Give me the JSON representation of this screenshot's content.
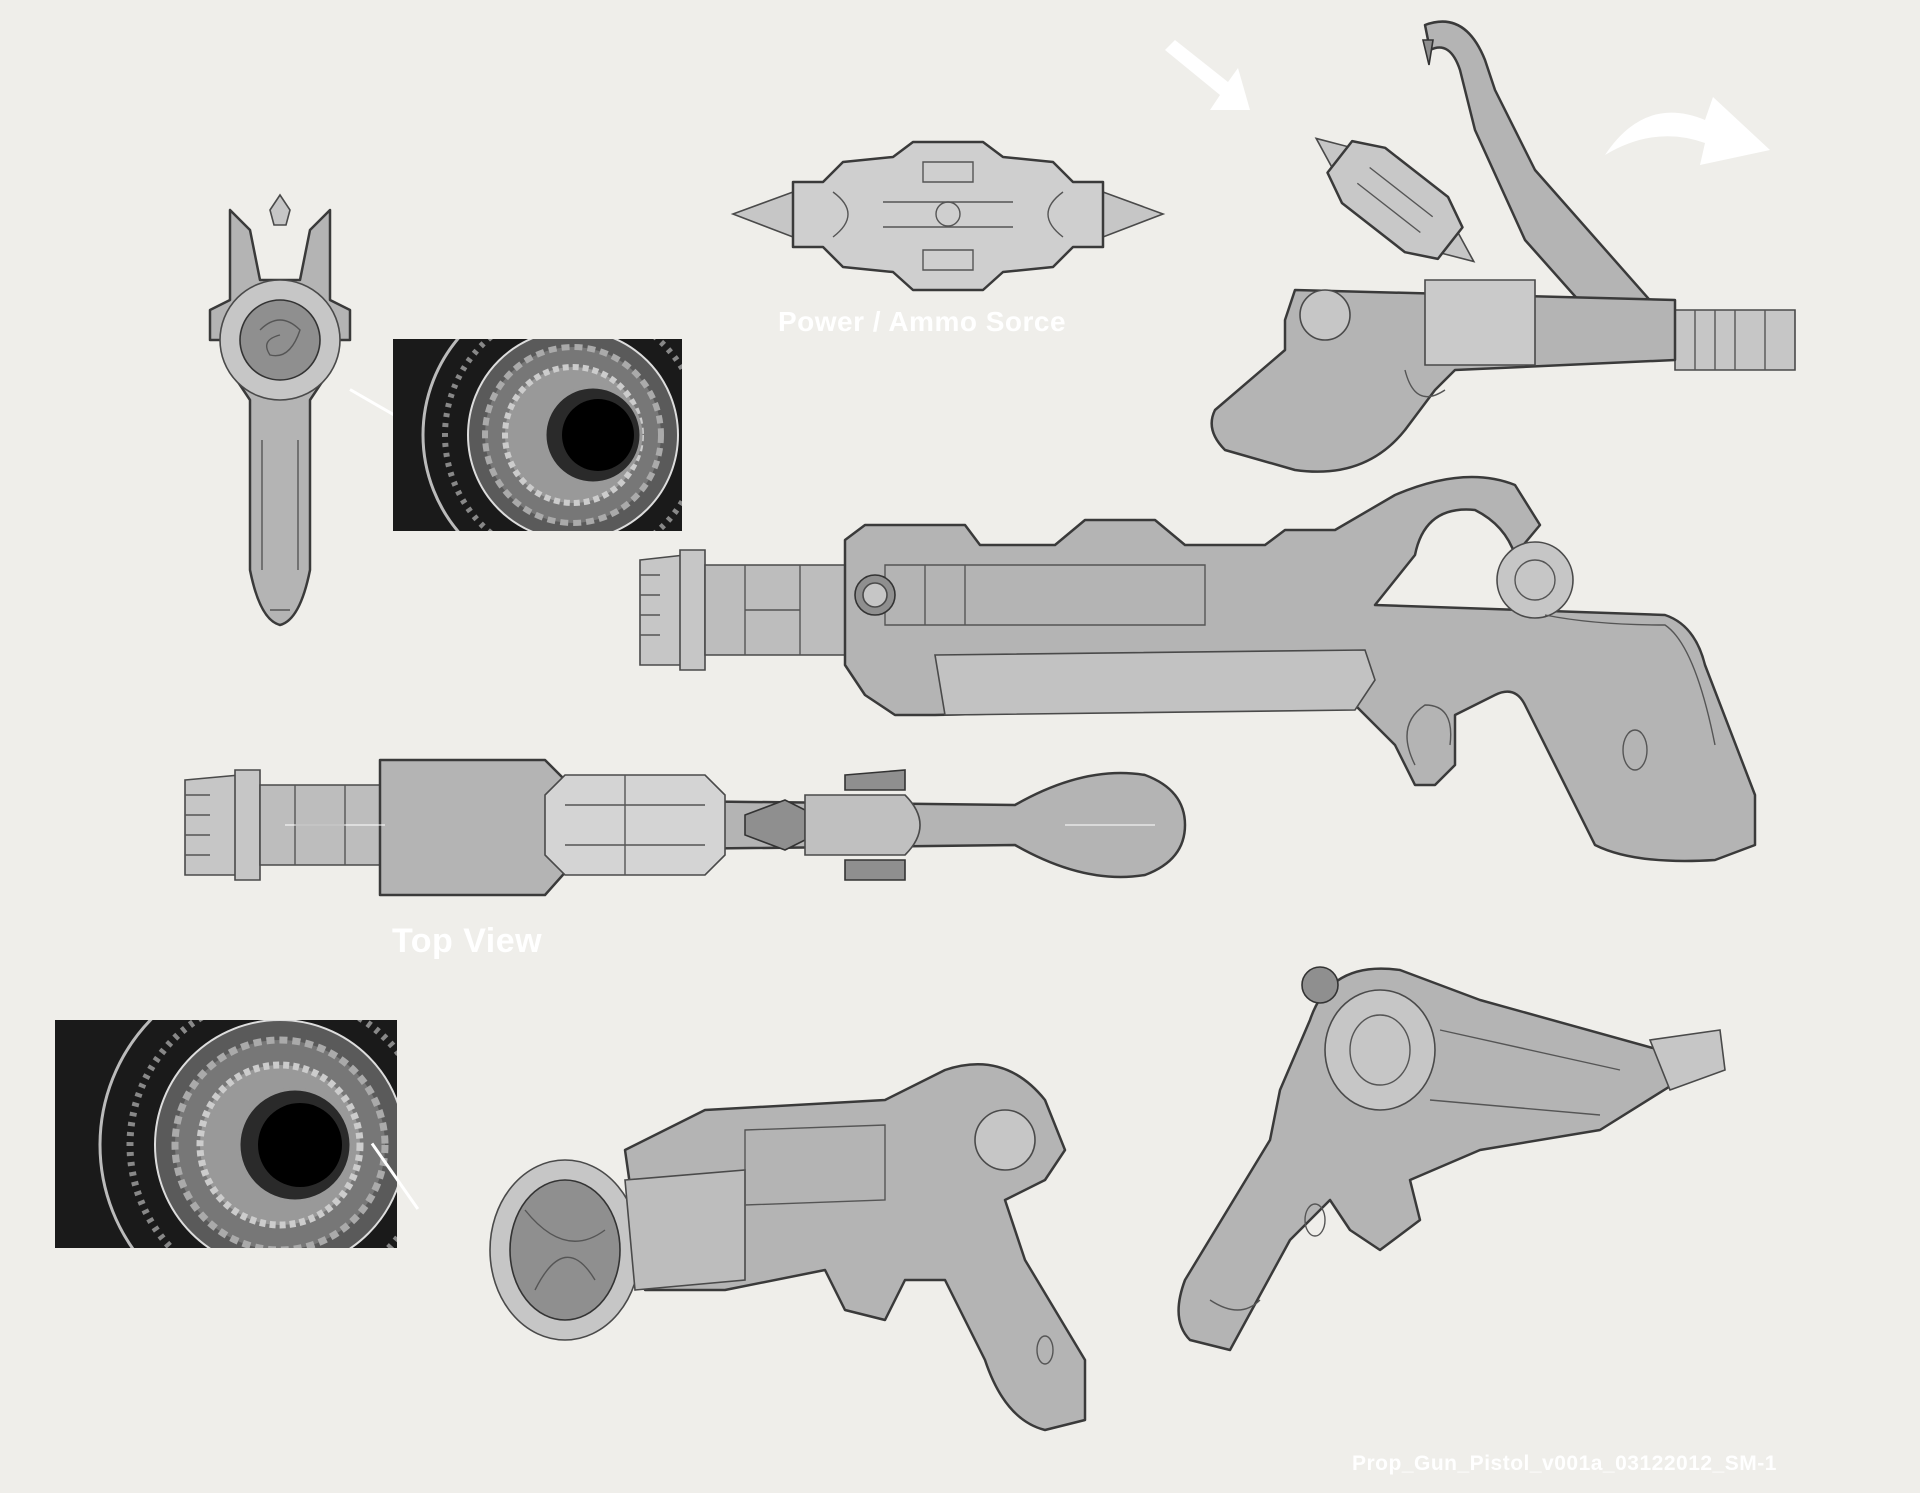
{
  "sheet": {
    "labels": {
      "power_source": "Power / Ammo Sorce",
      "top_view": "Top View",
      "filename": "Prop_Gun_Pistol_v001a_03122012_SM-1"
    },
    "colors": {
      "background": "#efeeea",
      "sketch_fill": "#b4b4b4",
      "line": "#3a3a3a",
      "label_text": "#ffffff"
    },
    "views": [
      {
        "id": "front-view",
        "description": "Front view of pistol (muzzle facing viewer)"
      },
      {
        "id": "reference-photo-1",
        "description": "Black and white reference photo of cylindrical detector barrel"
      },
      {
        "id": "power-source",
        "description": "Power / ammo cartridge, symmetric with conical ends"
      },
      {
        "id": "reload-view",
        "description": "Break-open reload view with cartridge inserting"
      },
      {
        "id": "side-view",
        "description": "Side profile of pistol"
      },
      {
        "id": "top-view",
        "description": "Top view of pistol showing cartridge chamber"
      },
      {
        "id": "reference-photo-2",
        "description": "Black and white reference photo of detector barrel"
      },
      {
        "id": "perspective-view-1",
        "description": "3/4 perspective from muzzle"
      },
      {
        "id": "perspective-view-2",
        "description": "3/4 perspective from grip"
      }
    ]
  }
}
